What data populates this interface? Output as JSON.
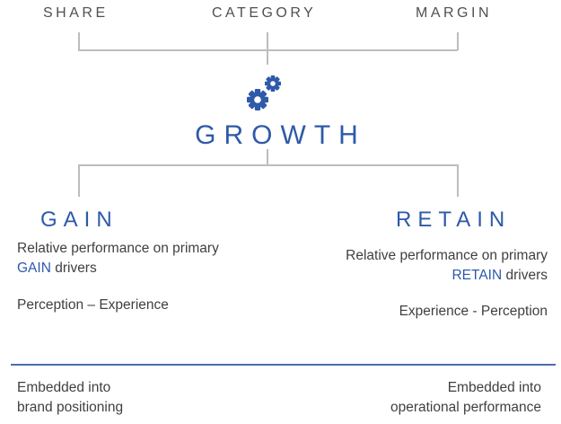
{
  "top_categories": [
    "SHARE",
    "CATEGORY",
    "MARGIN"
  ],
  "center": {
    "title": "GROWTH",
    "icon": "gears-icon",
    "accent_color": "#2e5aa8"
  },
  "gain": {
    "title": "GAIN",
    "line1": "Relative performance on primary",
    "highlight": "GAIN",
    "line2_rest": " drivers",
    "perception": "Perception – Experience",
    "footer_line1": "Embedded into",
    "footer_line2": "brand positioning"
  },
  "retain": {
    "title": "RETAIN",
    "line1": "Relative performance on primary",
    "highlight": "RETAIN",
    "line2_rest": " drivers",
    "perception": "Experience - Perception",
    "footer_line1": "Embedded into",
    "footer_line2": "operational performance"
  }
}
